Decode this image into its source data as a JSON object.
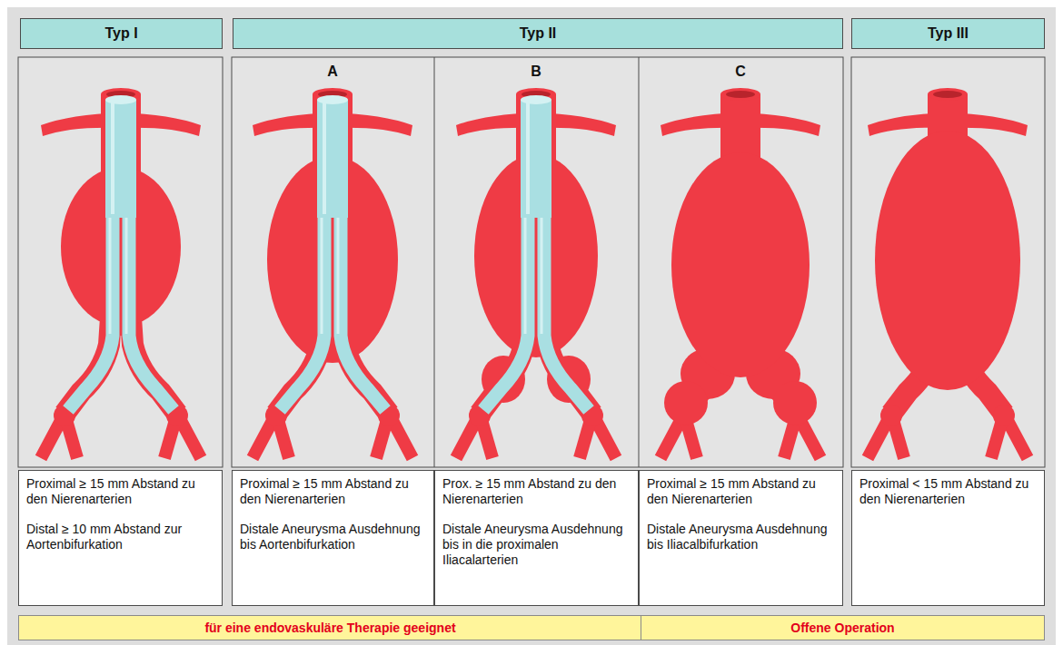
{
  "diagram": {
    "nodes": [
      {
        "text": [
          "Typ I"
        ]
      },
      {
        "text": [
          "Typ II"
        ]
      },
      {
        "text": [
          "Typ III"
        ]
      },
      {
        "text": [
          "Proximal ≥ 15 mm Abstand zu den Nierenarterien",
          "Distal ≥ 10 mm Abstand zur Aortenbifurkation"
        ]
      },
      {
        "text": [
          "Proximal ≥ 15 mm Abstand zu den Nierenarterien",
          "Distale Aneurysma Ausdehnung bis Aortenbifurkation"
        ]
      },
      {
        "text": [
          "Prox. ≥ 15 mm Abstand zu den Nierenarterien",
          "Distale Aneurysma Ausdehnung bis in die proximalen Iliacalarterien"
        ]
      },
      {
        "text": [
          "Proximal ≥ 15 mm Abstand zu den Nierenarterien",
          "Distale Aneurysma Ausdehnung bis Iliacalbifurkation"
        ]
      },
      {
        "text": [
          "Proximal < 15 mm Abstand zu den Nierenarterien"
        ]
      },
      {
        "text": [
          "für eine endovaskuläre Therapie geeignet"
        ]
      },
      {
        "text": [
          "Offene Operation"
        ]
      }
    ],
    "labels": [
      "A",
      "B",
      "C"
    ]
  }
}
